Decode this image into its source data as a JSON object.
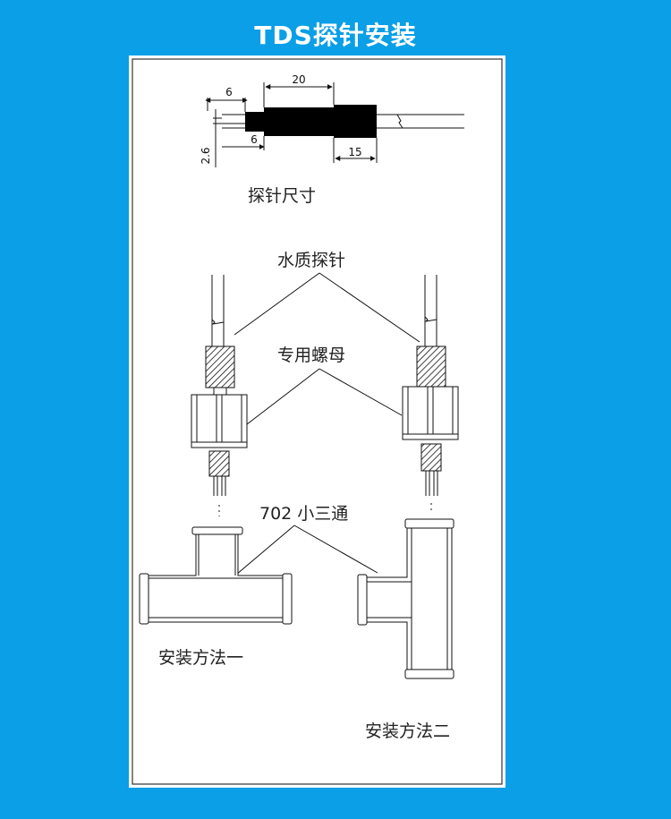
{
  "title": "TDS探针安装",
  "dimensions": {
    "d6_top": "6",
    "d20": "20",
    "d6_bottom": "6",
    "d2_6": "2.6",
    "d15": "15"
  },
  "labels": {
    "probe_size": "探针尺寸",
    "water_probe": "水质探针",
    "special_nut": "专用螺母",
    "tee": "702 小三通",
    "method_one": "安装方法一",
    "method_two": "安装方法二"
  },
  "colors": {
    "background": "#0a9fe6",
    "panel": "#ffffff",
    "line": "#111111"
  }
}
